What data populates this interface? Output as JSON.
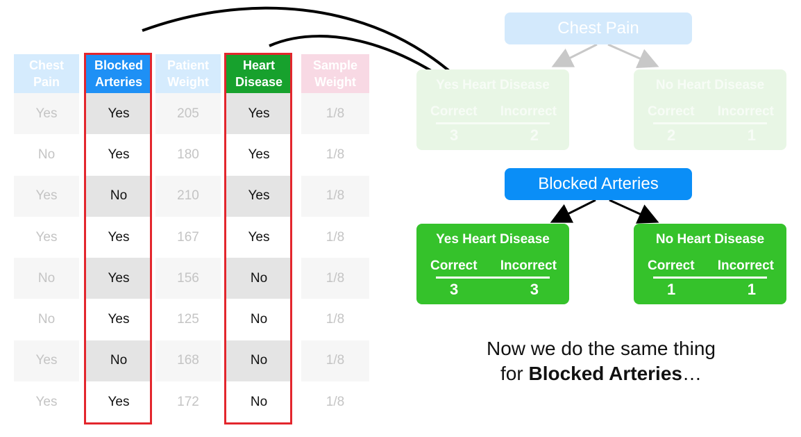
{
  "table": {
    "columns": [
      {
        "header": "Chest\nPain",
        "values": [
          "Yes",
          "No",
          "Yes",
          "Yes",
          "No",
          "No",
          "Yes",
          "Yes"
        ]
      },
      {
        "header": "Blocked\nArteries",
        "values": [
          "Yes",
          "Yes",
          "No",
          "Yes",
          "Yes",
          "Yes",
          "No",
          "Yes"
        ]
      },
      {
        "header": "Patient\nWeight",
        "values": [
          "205",
          "180",
          "210",
          "167",
          "156",
          "125",
          "168",
          "172"
        ]
      },
      {
        "header": "Heart\nDisease",
        "values": [
          "Yes",
          "Yes",
          "Yes",
          "Yes",
          "No",
          "No",
          "No",
          "No"
        ]
      },
      {
        "header": "Sample\nWeight",
        "values": [
          "1/8",
          "1/8",
          "1/8",
          "1/8",
          "1/8",
          "1/8",
          "1/8",
          "1/8"
        ]
      }
    ]
  },
  "tree_previous": {
    "root_label": "Chest Pain",
    "left_leaf": {
      "title": "Yes Heart Disease",
      "correct_label": "Correct",
      "incorrect_label": "Incorrect",
      "correct": "3",
      "incorrect": "2"
    },
    "right_leaf": {
      "title": "No Heart Disease",
      "correct_label": "Correct",
      "incorrect_label": "Incorrect",
      "correct": "2",
      "incorrect": "1"
    }
  },
  "tree_current": {
    "root_label": "Blocked Arteries",
    "left_leaf": {
      "title": "Yes Heart Disease",
      "correct_label": "Correct",
      "incorrect_label": "Incorrect",
      "correct": "3",
      "incorrect": "3"
    },
    "right_leaf": {
      "title": "No Heart Disease",
      "correct_label": "Correct",
      "incorrect_label": "Incorrect",
      "correct": "1",
      "incorrect": "1"
    }
  },
  "caption": {
    "line1": "Now we do the same thing",
    "line2_prefix": "for ",
    "line2_bold": "Blocked Arteries",
    "line2_suffix": "…"
  },
  "colors": {
    "blocked_header": "#1e90f5",
    "heart_header": "#17a12d",
    "highlight_border": "#e3262d",
    "leaf_green": "#35c22b",
    "node_blue": "#0a8ef7"
  }
}
